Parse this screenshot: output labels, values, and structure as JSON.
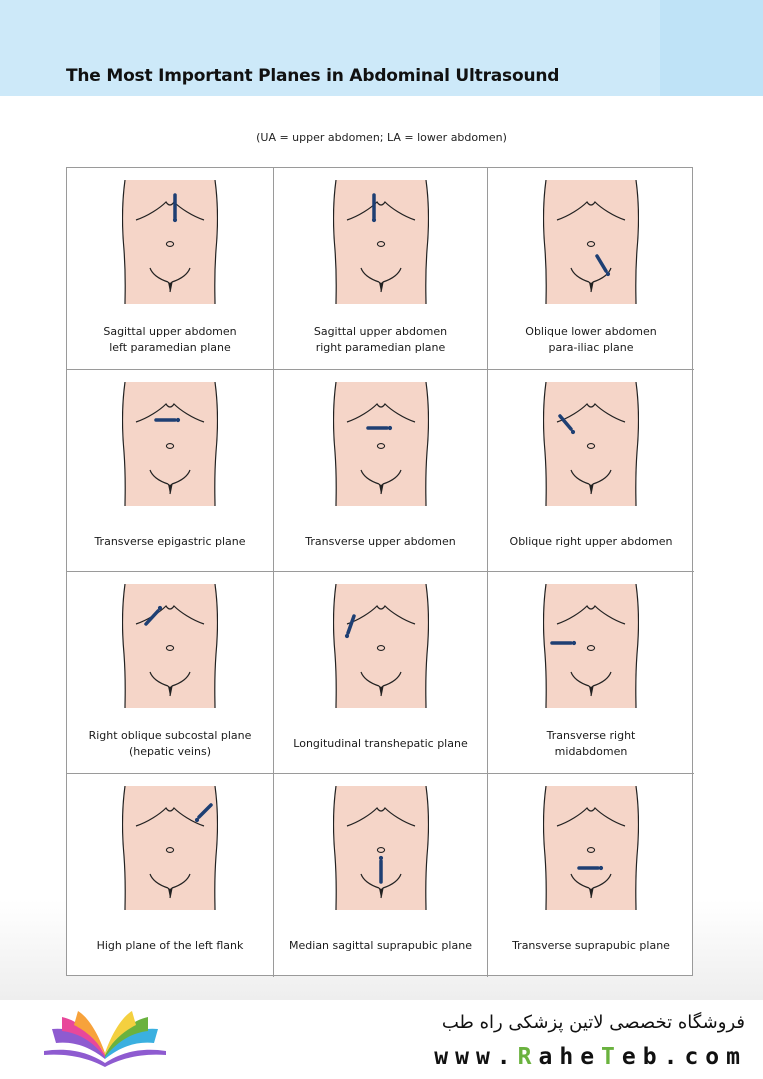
{
  "header": {
    "title": "The Most Important Planes in Abdominal Ultrasound",
    "subtitle": "(UA = upper abdomen; LA = lower abdomen)"
  },
  "colors": {
    "header_bg": "#cde9f9",
    "skin": "#f5d5c8",
    "outline": "#222222",
    "probe": "#1e3f73",
    "grid_border": "#9a9a9a"
  },
  "planes": [
    {
      "caption": "Sagittal upper abdomen\nleft paramedian plane",
      "probe": "sagittal-left-paramedian"
    },
    {
      "caption": "Sagittal upper abdomen\nright paramedian plane",
      "probe": "sagittal-right-paramedian"
    },
    {
      "caption": "Oblique lower abdomen\npara-iliac plane",
      "probe": "oblique-para-iliac"
    },
    {
      "caption": "Transverse epigastric plane",
      "probe": "transverse-epigastric"
    },
    {
      "caption": "Transverse upper abdomen",
      "probe": "transverse-upper"
    },
    {
      "caption": "Oblique right upper abdomen",
      "probe": "oblique-right-upper"
    },
    {
      "caption": "Right oblique subcostal plane\n(hepatic veins)",
      "probe": "right-oblique-subcostal"
    },
    {
      "caption": "Longitudinal transhepatic plane",
      "probe": "longitudinal-transhepatic"
    },
    {
      "caption": "Transverse right\nmidabdomen",
      "probe": "transverse-right-mid"
    },
    {
      "caption": "High plane of the left flank",
      "probe": "high-left-flank"
    },
    {
      "caption": "Median sagittal suprapubic plane",
      "probe": "median-sagittal-suprapubic"
    },
    {
      "caption": "Transverse suprapubic plane",
      "probe": "transverse-suprapubic"
    }
  ],
  "footer": {
    "shop_name": "فروشگاه تخصصی لاتین پزشکی  راه طب",
    "url_prefix": "www.",
    "url_brand_r": "R",
    "url_brand_mid": "ahe",
    "url_brand_t": "T",
    "url_brand_end": "eb",
    "url_suffix": ".com"
  }
}
